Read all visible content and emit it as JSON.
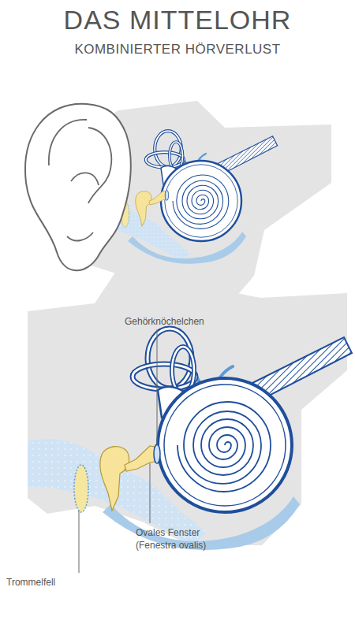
{
  "diagram": {
    "title": "DAS MITTELOHR",
    "labels": [
      "KOMBINIERTER HÖRVERLUST",
      "Gehörknöchelchen",
      "Ovales Fenster (Fenestra ovalis)",
      "Trommelfell"
    ]
  }
}
